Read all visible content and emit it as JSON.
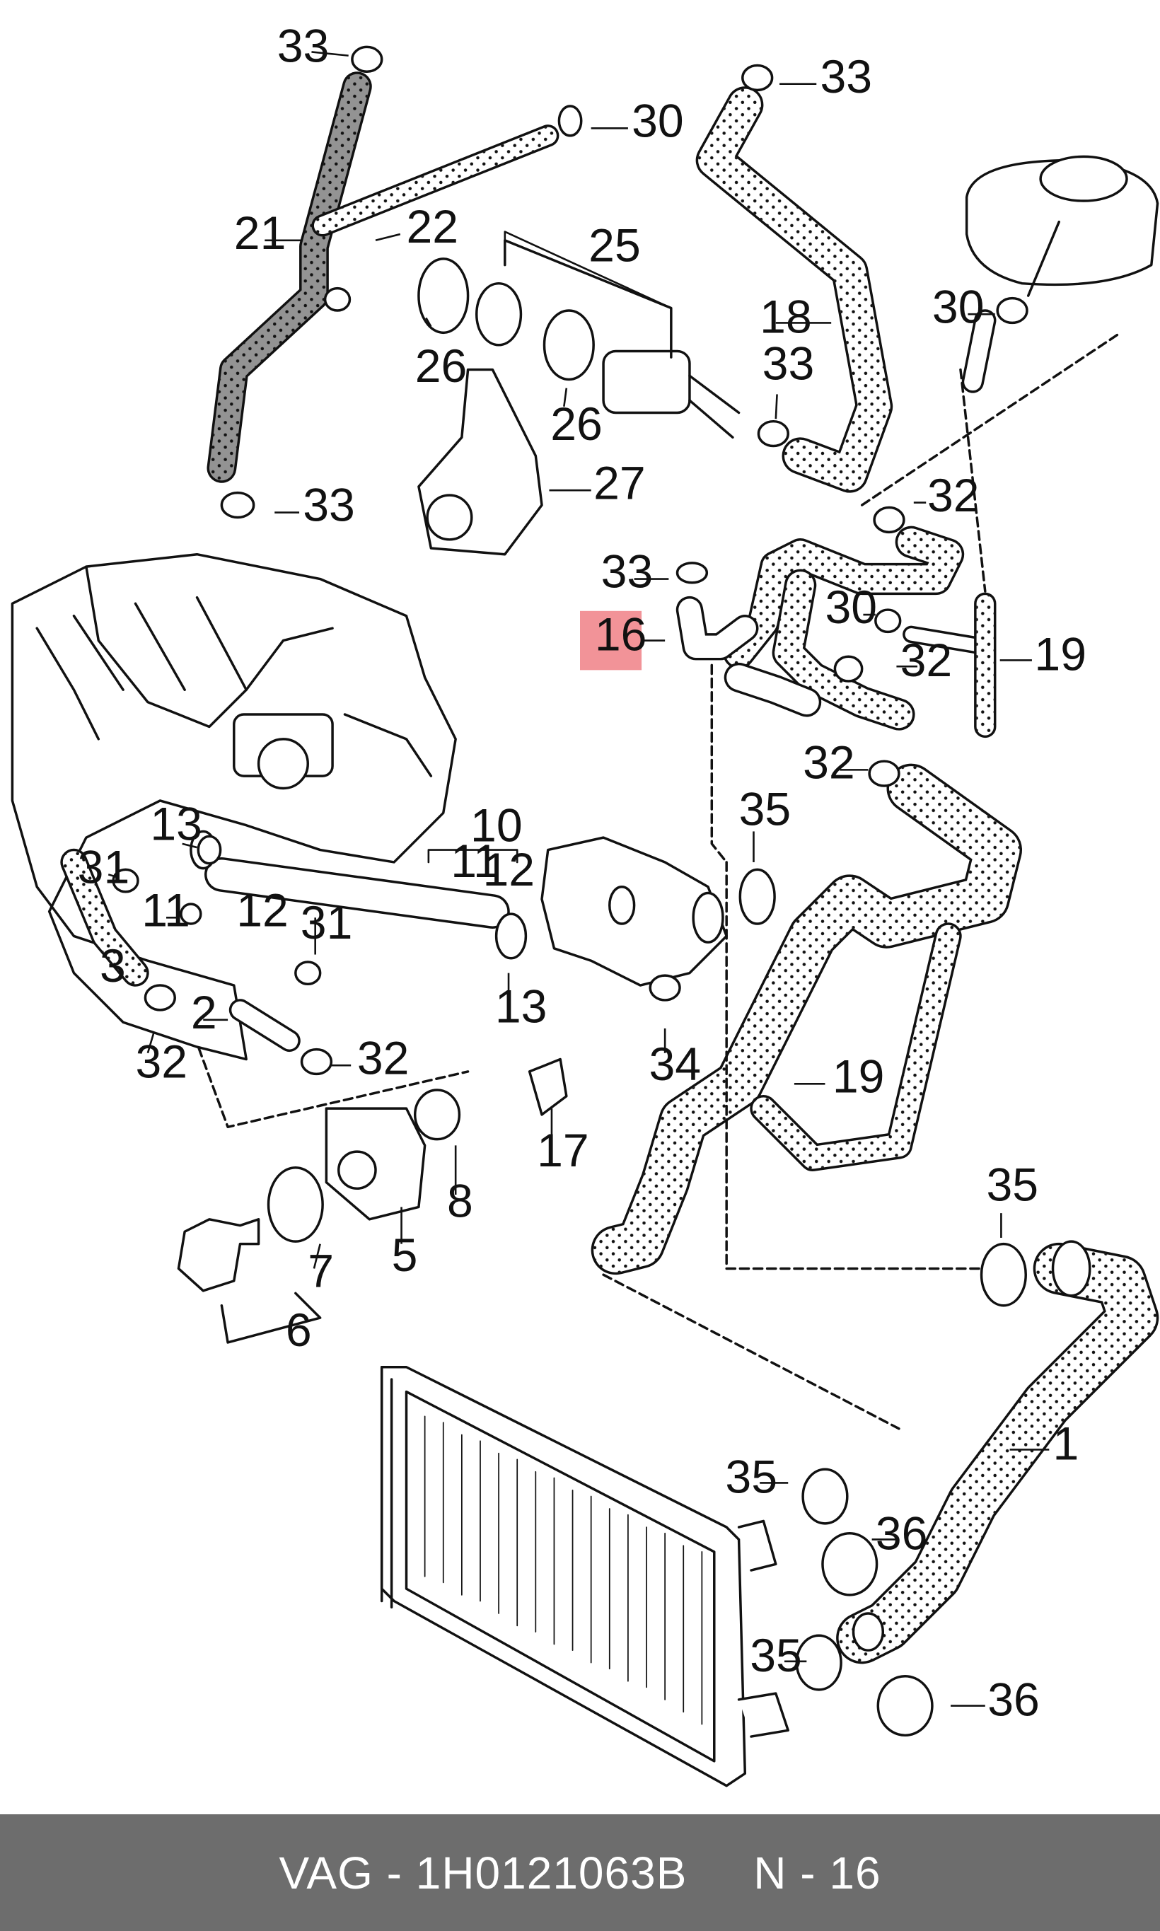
{
  "diagram": {
    "highlight_color": "#f29398",
    "callouts": [
      {
        "id": "c33a",
        "text": "33"
      },
      {
        "id": "c30a",
        "text": "30"
      },
      {
        "id": "c33b",
        "text": "33"
      },
      {
        "id": "c21",
        "text": "21"
      },
      {
        "id": "c22",
        "text": "22"
      },
      {
        "id": "c25",
        "text": "25"
      },
      {
        "id": "c18",
        "text": "18"
      },
      {
        "id": "c30b",
        "text": "30"
      },
      {
        "id": "c26a",
        "text": "26"
      },
      {
        "id": "c26b",
        "text": "26"
      },
      {
        "id": "c33c",
        "text": "33"
      },
      {
        "id": "c27",
        "text": "27"
      },
      {
        "id": "c33d",
        "text": "33"
      },
      {
        "id": "c32a",
        "text": "32"
      },
      {
        "id": "c33e",
        "text": "33"
      },
      {
        "id": "c16",
        "text": "16"
      },
      {
        "id": "c30c",
        "text": "30"
      },
      {
        "id": "c32b",
        "text": "32"
      },
      {
        "id": "c19a",
        "text": "19"
      },
      {
        "id": "c32c",
        "text": "32"
      },
      {
        "id": "c35a",
        "text": "35"
      },
      {
        "id": "c10",
        "text": "10"
      },
      {
        "id": "c11a",
        "text": "11"
      },
      {
        "id": "c12a",
        "text": "12"
      },
      {
        "id": "c13a",
        "text": "13"
      },
      {
        "id": "c31a",
        "text": "31"
      },
      {
        "id": "c11b",
        "text": "11"
      },
      {
        "id": "c12b",
        "text": "12"
      },
      {
        "id": "c31b",
        "text": "31"
      },
      {
        "id": "c3",
        "text": "3"
      },
      {
        "id": "c13b",
        "text": "13"
      },
      {
        "id": "c2",
        "text": "2"
      },
      {
        "id": "c34",
        "text": "34"
      },
      {
        "id": "c19b",
        "text": "19"
      },
      {
        "id": "c32d",
        "text": "32"
      },
      {
        "id": "c32e",
        "text": "32"
      },
      {
        "id": "c17",
        "text": "17"
      },
      {
        "id": "c8",
        "text": "8"
      },
      {
        "id": "c35b",
        "text": "35"
      },
      {
        "id": "c7",
        "text": "7"
      },
      {
        "id": "c5",
        "text": "5"
      },
      {
        "id": "c6",
        "text": "6"
      },
      {
        "id": "c1",
        "text": "1"
      },
      {
        "id": "c35c",
        "text": "35"
      },
      {
        "id": "c36a",
        "text": "36"
      },
      {
        "id": "c35d",
        "text": "35"
      },
      {
        "id": "c36b",
        "text": "36"
      }
    ]
  },
  "footer": {
    "text": "VAG - 1H0121063B     N - 16",
    "background": "#6d6d6d",
    "text_color": "#ffffff"
  }
}
